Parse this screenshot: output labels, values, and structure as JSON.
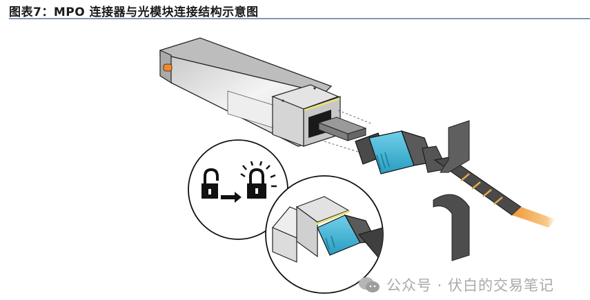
{
  "figure": {
    "caption_label": "图表7：",
    "caption_title": "MPO 连接器与光模块连接结构示意图",
    "illustration": {
      "description": "MPO connector inserted into QSFP optical transceiver module",
      "parts": [
        "optical-module",
        "mpo-connector",
        "fiber-cable",
        "pull-tab",
        "zoom-inset",
        "lock-indicator"
      ],
      "lock_indicator": {
        "from": "unlocked-padlock",
        "to": "locked-padlock",
        "arrow": "right-arrow"
      },
      "colors": {
        "connector_blue": "#3fb6d6",
        "module_silver": "#d9d9d9",
        "cable_dark": "#4a4a4a",
        "fiber_orange": "#f2a24b",
        "latch_yellow": "#e9e07a",
        "rule_blue": "#7f97b1"
      }
    }
  },
  "watermark": {
    "icon": "wechat-icon",
    "text": "公众号 · 伏白的交易笔记"
  }
}
